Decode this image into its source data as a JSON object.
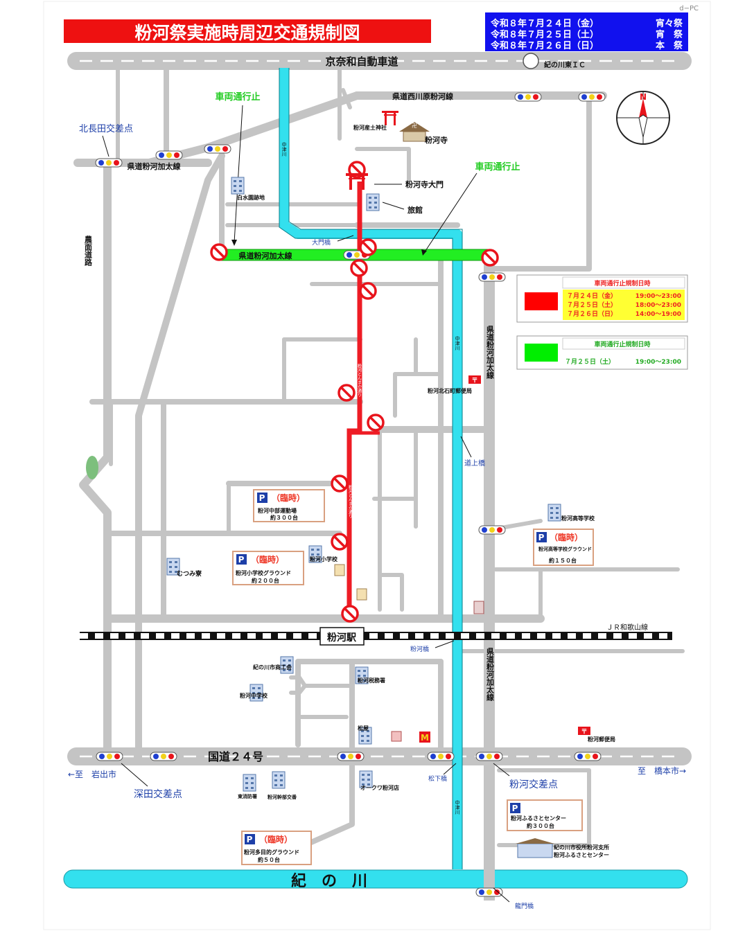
{
  "credit": "d−PC",
  "title": "粉河祭実施時周辺交通規制図",
  "dates": [
    {
      "date": "令和８年７月２４日（金）",
      "event": "宵々祭"
    },
    {
      "date": "令和８年７月２５日（土）",
      "event": "宵　祭"
    },
    {
      "date": "令和８年７月２６日（日）",
      "event": "本　祭"
    }
  ],
  "roads": {
    "expressway": "京奈和自動車道",
    "ic": "紀の川東ＩＣ",
    "nishikawara": "県道西川原粉河線",
    "kokawa_kada_top": "県道粉河加太線",
    "kokawa_kada_green": "県道粉河加太線",
    "kokawa_kada_vertical": "県道粉河加太線",
    "kokawa_kada_vertical_south": "県道粉河加太線",
    "nomen": "農面道路",
    "national24": "国道２４号",
    "railway": "ＪＲ和歌山線",
    "to_iwade": "←至　岩出市",
    "to_hashimoto": "至　橋本市→"
  },
  "intersections": {
    "kitanagata": "北長田交差点",
    "fukata": "深田交差点",
    "kokawa": "粉河交差点"
  },
  "no_traffic_labels": {
    "left": "車両通行止",
    "right": "車両通行止"
  },
  "landmarks": {
    "shrine": "粉河産土神社",
    "temple": "粉河寺",
    "gate": "粉河寺大門",
    "ryokan": "旅館",
    "shiromizu": "白水園跡地",
    "daimon_bridge": "大門橋",
    "kitaishi_post": "粉河北石町郵便局",
    "dojo_bridge": "道上橋",
    "high_school": "粉河高等学校",
    "elementary": "粉河小学校",
    "mutsumi": "むつみ寮",
    "station": "粉河駅",
    "kokawa_bridge": "粉河橋",
    "shokokai": "紀の川市商工会",
    "tax_office": "粉河税務署",
    "junior_high": "粉河中学校",
    "matsuya": "松屋",
    "okuwa": "オークワ粉河店",
    "matsushita_bridge": "松下橋",
    "fire_station": "東消防署",
    "police": "粉河幹部交番",
    "kokawa_post": "粉河郵便局",
    "branch_office": "紀の川市役所粉河支所",
    "furusato_center": "粉河ふるさとセンター",
    "river": "紀　の　川",
    "ryumon_bridge": "龍門橋",
    "nakatsu_river_1": "中津川",
    "nakatsu_river_2": "中津川",
    "nakatsu_river_3": "中津川",
    "street_1": "粉河とんまか通り",
    "street_2": "粉河とんまか通り"
  },
  "parking": [
    {
      "tag": "（臨時）",
      "name": "粉河中部運動場",
      "capacity": "約３００台"
    },
    {
      "tag": "（臨時）",
      "name": "粉河小学校グラウンド",
      "capacity": "約２００台"
    },
    {
      "tag": "（臨時）",
      "name": "粉河高等学校グラウンド",
      "capacity": "約１５０台"
    },
    {
      "tag": "",
      "name": "粉河ふるさとセンター",
      "capacity": "約３００台"
    },
    {
      "tag": "（臨時）",
      "name": "粉河多目的グラウンド",
      "capacity": "約５０台"
    }
  ],
  "parking_symbol": "P",
  "legend": {
    "red": {
      "title": "車両通行止規制日時",
      "color": "#ff0000",
      "rows": [
        {
          "date": "７月２４日（金）",
          "time": "19:00～23:00"
        },
        {
          "date": "７月２５日（土）",
          "time": "18:00～23:00"
        },
        {
          "date": "７月２６日（日）",
          "time": "14:00～19:00"
        }
      ]
    },
    "green": {
      "title": "車両通行止規制日時",
      "color": "#00ee00",
      "rows": [
        {
          "date": "７月２５日（土）",
          "time": "19:00～23:00"
        }
      ]
    }
  },
  "colors": {
    "road": "#c8c8c8",
    "river": "#33e0ee",
    "red_closure": "#ee1c25",
    "green_closure": "#22ee22",
    "title_bg": "#ee1111",
    "date_bg": "#1111ee"
  },
  "icons": [
    "compass-icon",
    "no-entry-icon",
    "traffic-signal-icon",
    "parking-icon",
    "post-office-icon",
    "torii-icon",
    "building-icon"
  ]
}
